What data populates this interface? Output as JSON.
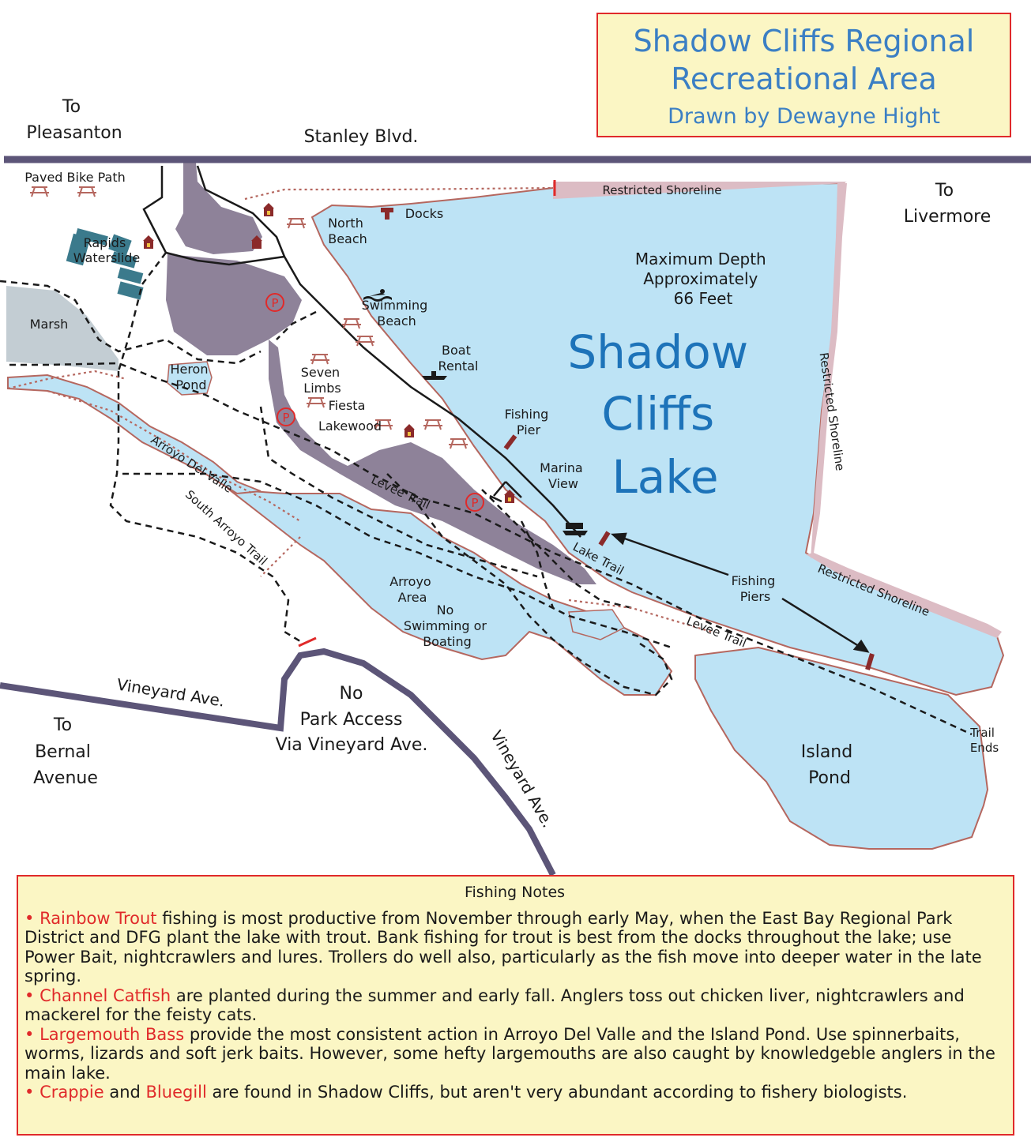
{
  "title": {
    "main_line1": "Shadow Cliffs Regional",
    "main_line2": "Recreational Area",
    "credit": "Drawn by Dewayne Hight"
  },
  "labels": {
    "to_pleasanton": [
      "To",
      "Pleasanton"
    ],
    "stanley_blvd": "Stanley Blvd.",
    "to_livermore": [
      "To",
      "Livermore"
    ],
    "paved_bike_path": "Paved Bike Path",
    "rapids_waterslide": [
      "Rapids",
      "Waterslide"
    ],
    "marsh": "Marsh",
    "heron_pond": [
      "Heron",
      "Pond"
    ],
    "north_beach": [
      "North",
      "Beach"
    ],
    "docks": "Docks",
    "restricted_shoreline": "Restricted Shoreline",
    "max_depth": [
      "Maximum Depth",
      "Approximately",
      "66 Feet"
    ],
    "swimming_beach": [
      "Swimming",
      "Beach"
    ],
    "boat_rental": [
      "Boat",
      "Rental"
    ],
    "lake_name": [
      "Shadow",
      "Cliffs",
      "Lake"
    ],
    "seven_limbs": [
      "Seven",
      "Limbs"
    ],
    "fiesta": "Fiesta",
    "lakewood": "Lakewood",
    "fishing_pier": [
      "Fishing",
      "Pier"
    ],
    "marina_view": [
      "Marina",
      "View"
    ],
    "arroyo_del_valle": "Arroyo Del Valle",
    "south_arroyo_trail": "South Arroyo Trail",
    "levee_trail": "Levee Trail",
    "lake_trail": "Lake Trail",
    "fishing_piers": [
      "Fishing",
      "Piers"
    ],
    "arroyo_area": [
      "Arroyo",
      "Area"
    ],
    "no_swimming": [
      "No",
      "Swimming or",
      "Boating"
    ],
    "trail_ends": [
      "Trail",
      "Ends"
    ],
    "vineyard_ave": "Vineyard Ave.",
    "no_park_access": [
      "No",
      "Park Access",
      "Via Vineyard Ave."
    ],
    "to_bernal": [
      "To",
      "Bernal",
      "Avenue"
    ],
    "island_pond": [
      "Island",
      "Pond"
    ],
    "parking_symbol": "P"
  },
  "colors": {
    "water": "#bde3f5",
    "shore": "#b5675f",
    "parking_lot": "#8e8299",
    "road": "#5c5578",
    "restricted": "#dcbcc4",
    "marsh": "#c3cdd3",
    "waterslide": "#3b7a8c",
    "accent_red": "#e02a2a",
    "title_blue": "#3b7fc4",
    "lake_blue": "#1d73b9",
    "note_bg": "#fbf6c4"
  },
  "notes": {
    "title": "Fishing Notes",
    "items": [
      {
        "bullet": "• ",
        "fish": "Rainbow Trout",
        "text": " fishing is most productive from November through early May, when the East Bay Regional Park District and DFG plant the lake with trout. Bank fishing for trout is best from the docks throughout the lake; use Power Bait, nightcrawlers and lures. Trollers do well also, particularly as the fish move into deeper water in the late spring."
      },
      {
        "bullet": "• ",
        "fish": "Channel Catfish",
        "text": " are planted during the summer and early fall. Anglers toss out chicken liver, nightcrawlers and mackerel for the feisty cats."
      },
      {
        "bullet": "• ",
        "fish": "Largemouth Bass",
        "text": " provide the most consistent action in Arroyo Del Valle and the Island Pond. Use spinnerbaits, worms, lizards and soft jerk baits. However, some hefty largemouths are also caught by knowledgeble anglers in the main lake."
      },
      {
        "bullet": "• ",
        "fish": "Crappie",
        "mid": " and ",
        "fish2": "Bluegill",
        "text": " are found in Shadow Cliffs, but aren't very abundant according to fishery biologists."
      }
    ]
  }
}
